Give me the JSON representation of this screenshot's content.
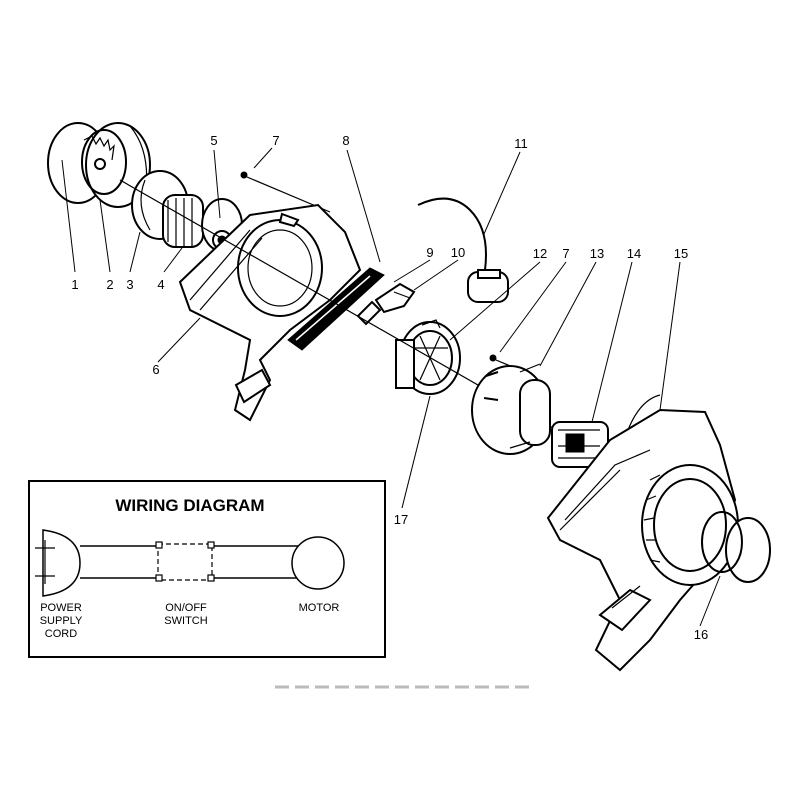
{
  "callouts": [
    "1",
    "2",
    "3",
    "4",
    "5",
    "6",
    "7",
    "8",
    "9",
    "10",
    "11",
    "12",
    "7",
    "13",
    "14",
    "15",
    "16",
    "17"
  ],
  "wiring_diagram": {
    "title": "WIRING DIAGRAM",
    "power_label": [
      "POWER",
      "SUPPLY",
      "CORD"
    ],
    "switch_label": [
      "ON/OFF",
      "SWITCH"
    ],
    "motor_label": "MOTOR"
  }
}
